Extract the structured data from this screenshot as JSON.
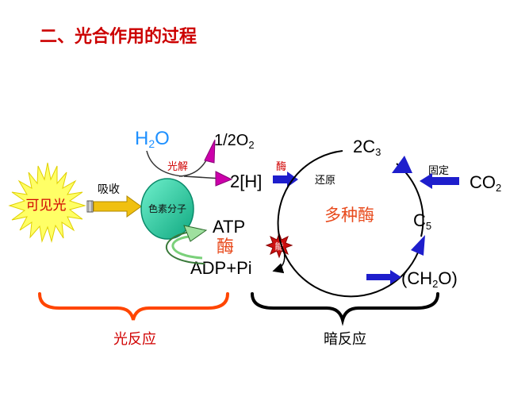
{
  "title": "二、光合作用的过程",
  "labels": {
    "visible_light": "可见光",
    "absorb": "吸收",
    "pigment": "色素分子",
    "h2o_main": "H",
    "h2o_sub": "2",
    "h2o_end": "O",
    "half_o2_main": "1/2O",
    "half_o2_sub": "2",
    "photolysis": "光解",
    "h_reduced": "2[H]",
    "atp": "ATP",
    "enzyme_light": "酶",
    "adp_pi": "ADP+Pi",
    "energy": "能",
    "enzyme_small": "酶",
    "reduction": "还原",
    "c3_main": "2C",
    "c3_sub": "3",
    "fixation": "固定",
    "co2_main": "CO",
    "co2_sub": "2",
    "many_enzymes": "多种酶",
    "c5_main": "C",
    "c5_sub": "5",
    "ch2o_a": "(CH",
    "ch2o_sub": "2",
    "ch2o_b": "O)",
    "light_reaction": "光反应",
    "dark_reaction": "暗反应"
  },
  "colors": {
    "title": "#cc0000",
    "h2o": "#1e90ff",
    "red_text": "#d00000",
    "enzyme": "#e84a1c",
    "pigment_fill": "#1ec8a0",
    "sun_fill": "#ffff66",
    "arrow_blue": "#1e1ecc",
    "arrow_yellow": "#f0c010",
    "magenta": "#cc00aa",
    "brace_light": "#ff4500",
    "brace_dark": "#000000",
    "energy_fill": "#cc1010"
  }
}
